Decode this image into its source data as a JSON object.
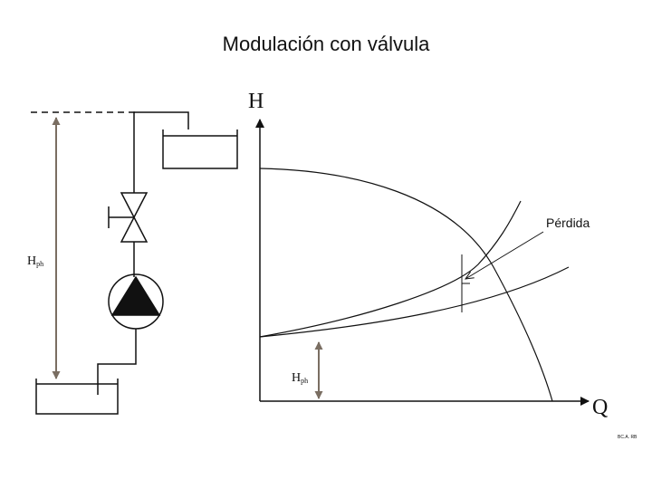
{
  "title": "Modulación con válvula",
  "labels": {
    "axis_h": "H",
    "axis_q": "Q",
    "h_main": "H",
    "h_sub": "ph",
    "loss": "Pérdida",
    "credit": "BC.A. RB"
  },
  "colors": {
    "line": "#111111",
    "height_arrow": "#7a6e62"
  }
}
